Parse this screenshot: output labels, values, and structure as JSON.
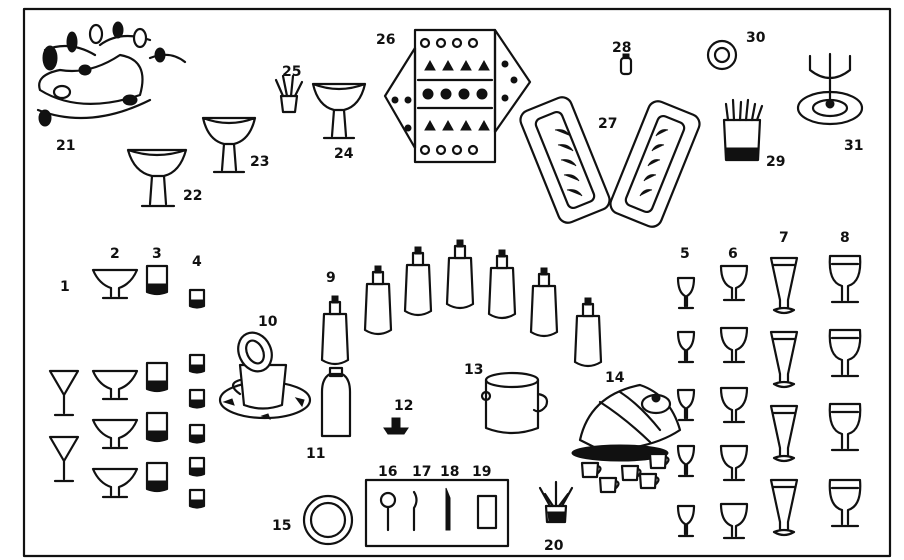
{
  "labels": {
    "n1": "1",
    "n2": "2",
    "n3": "3",
    "n4": "4",
    "n5": "5",
    "n6": "6",
    "n7": "7",
    "n8": "8",
    "n9": "9",
    "n10": "10",
    "n11": "11",
    "n12": "12",
    "n13": "13",
    "n14": "14",
    "n15": "15",
    "n16": "16",
    "n17": "17",
    "n18": "18",
    "n19": "19",
    "n20": "20",
    "n21": "21",
    "n22": "22",
    "n23": "23",
    "n24": "24",
    "n25": "25",
    "n26": "26",
    "n27": "27",
    "n28": "28",
    "n29": "29",
    "n30": "30",
    "n31": "31"
  }
}
